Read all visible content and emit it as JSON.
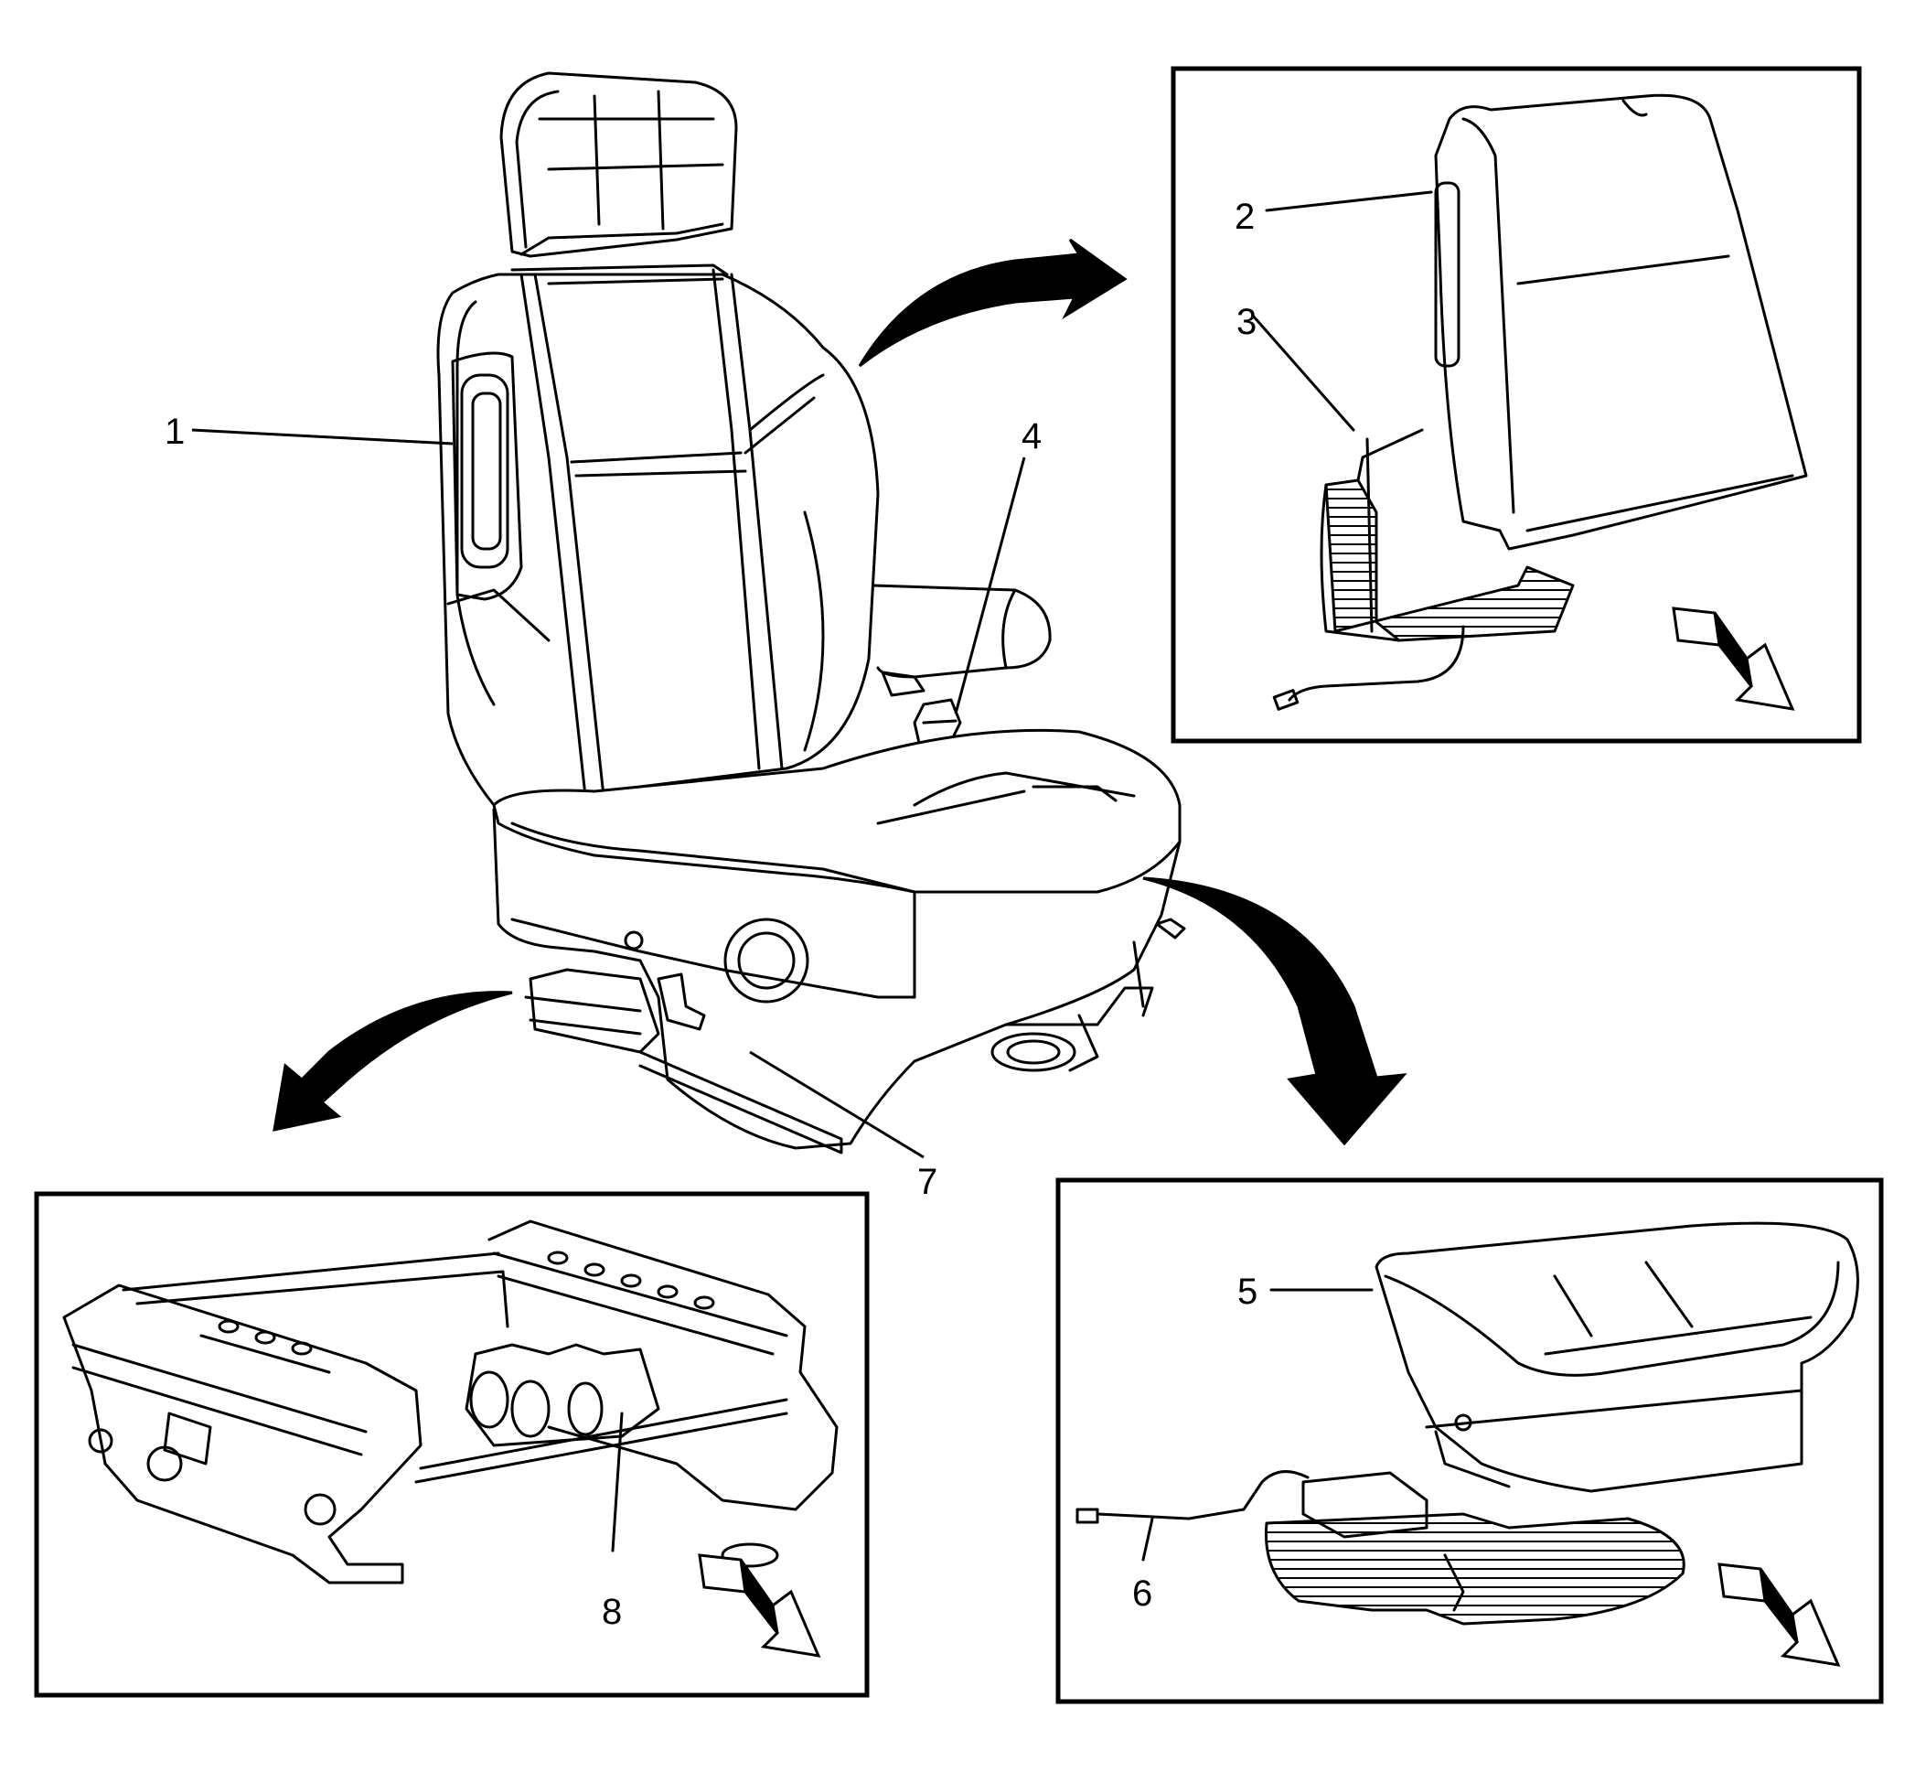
{
  "callouts": [
    "1",
    "2",
    "3",
    "4",
    "5",
    "6",
    "7",
    "8"
  ],
  "colors": {
    "ink": "#000000",
    "paper": "#ffffff"
  },
  "icons": [
    "view-direction-arrow-icon",
    "curved-exploded-view-arrow-icon"
  ]
}
